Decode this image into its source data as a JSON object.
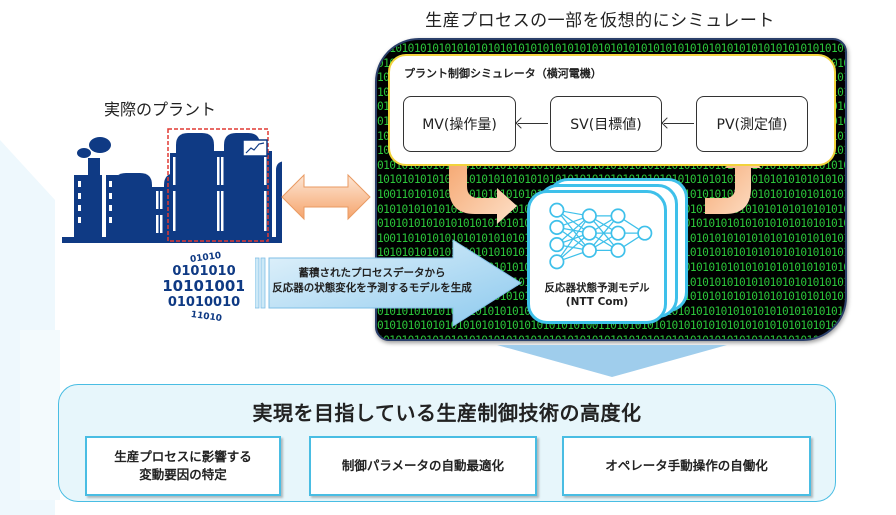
{
  "header": {
    "simulation_title": "生産プロセスの一部を仮想的にシミュレート",
    "plant_title": "実際のプラント"
  },
  "controller": {
    "title": "プラント制御シミュレータ（横河電機）",
    "mv_label": "MV(操作量)",
    "sv_label": "SV(目標値)",
    "pv_label": "PV(測定値)"
  },
  "model": {
    "name": "反応器状態予測モデル",
    "provider": "(NTT Com)",
    "icon": "neural-network-icon"
  },
  "data_flow": {
    "line1": "蓄積されたプロセスデータから",
    "line2": "反応器の状態変化を予測するモデルを生成"
  },
  "plant": {
    "icons": [
      "factory-icon",
      "chart-monitor-icon",
      "binary-globe-icon"
    ],
    "globe_rows": [
      "01010",
      "0101010",
      "10101001",
      "01010010",
      "11010"
    ]
  },
  "binary_pattern": "1010101010101010101010101010101010101010101010101010101010101010",
  "goals": {
    "title": "実現を目指している生産制御技術の高度化",
    "items": [
      {
        "line1": "生産プロセスに影響する",
        "line2": "変動要因の特定"
      },
      {
        "line1": "制御パラメータの自動最適化",
        "line2": ""
      },
      {
        "line1": "オペレータ手動操作の自働化",
        "line2": ""
      }
    ]
  },
  "colors": {
    "navy": "#0f3a84",
    "accent_blue": "#3ec0ea",
    "orange": "#f7b98e",
    "binary_green": "#2bc43a",
    "controller_border": "#f2d33c",
    "highlight_red": "#e03a33"
  }
}
